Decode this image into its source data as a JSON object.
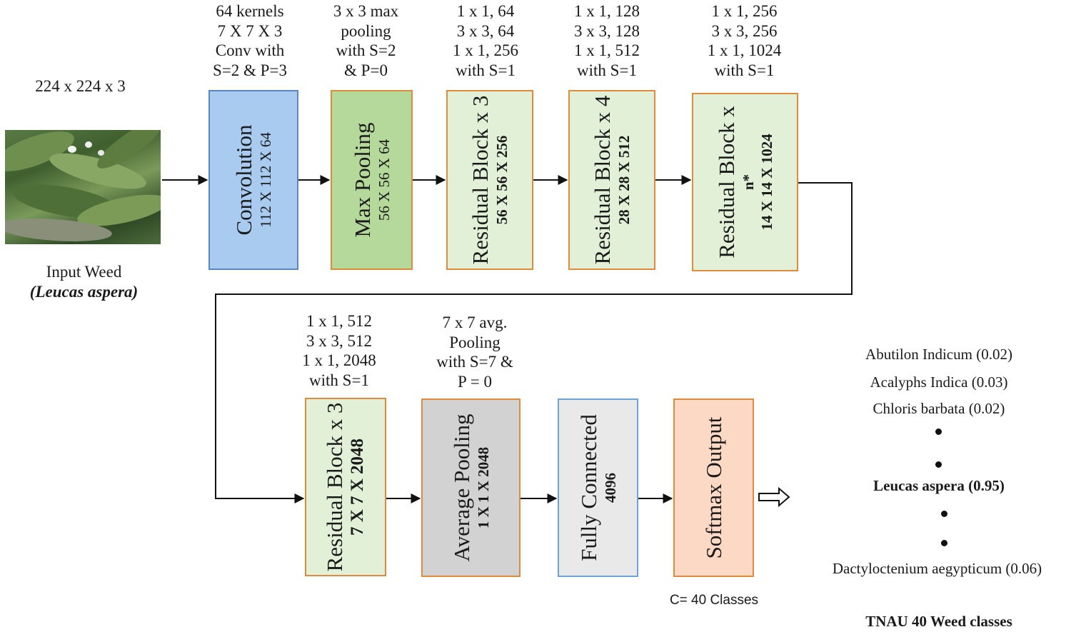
{
  "input": {
    "size": "224 x 224 x 3",
    "caption_line1": "Input Weed",
    "caption_line2": "(Leucas aspera)"
  },
  "annotations": {
    "conv": [
      "64 kernels",
      "7 X 7 X 3",
      "Conv with",
      "S=2 & P=3"
    ],
    "maxpool": [
      "3 x 3 max",
      "pooling",
      "with S=2",
      "& P=0"
    ],
    "res1": [
      "1 x 1, 64",
      "3 x 3, 64",
      "1 x 1, 256",
      "with S=1"
    ],
    "res2": [
      "1 x 1, 128",
      "3 x 3, 128",
      "1 x 1, 512",
      "with S=1"
    ],
    "res3": [
      "1 x 1, 256",
      "3 x 3, 256",
      "1 x 1, 1024",
      "with S=1"
    ],
    "res4": [
      "1 x 1, 512",
      "3 x 3, 512",
      "1 x 1, 2048",
      "with S=1"
    ],
    "avgpool": [
      "7 x 7 avg.",
      "Pooling",
      "with S=7 &",
      "P = 0"
    ]
  },
  "blocks": {
    "conv": {
      "title": "Convolution",
      "dims": "112 X 112 X 64"
    },
    "maxpool": {
      "title": "Max Pooling",
      "dims": "56 X 56 X 64"
    },
    "res1": {
      "title": "Residual Block x 3",
      "dims": "56 X 56 X 256"
    },
    "res2": {
      "title": "Residual Block x 4",
      "dims": "28 X 28 X 512"
    },
    "res3": {
      "title": "Residual Block x",
      "title2": "n*",
      "dims": "14 X 14 X 1024"
    },
    "res4": {
      "title": "Residual Block x 3",
      "dims": "7 X 7 X 2048"
    },
    "avgpool": {
      "title": "Average Pooling",
      "dims": "1 X 1 X 2048"
    },
    "fc": {
      "title": "Fully Connected",
      "dims": "4096"
    },
    "softmax": {
      "title": "Softmax Output"
    }
  },
  "output": {
    "classes_label": "C= 40 Classes",
    "dataset_label": "TNAU 40 Weed classes",
    "predictions": [
      {
        "name": "Abutilon Indicum",
        "score": "(0.02)"
      },
      {
        "name": "Acalyphs Indica",
        "score": "(0.03)"
      },
      {
        "name": "Chloris barbata",
        "score": "(0.02)"
      },
      {
        "name": "Leucas aspera",
        "score": "(0.95)"
      },
      {
        "name": "Dactyloctenium aegypticum",
        "score": "(0.06)"
      }
    ]
  }
}
